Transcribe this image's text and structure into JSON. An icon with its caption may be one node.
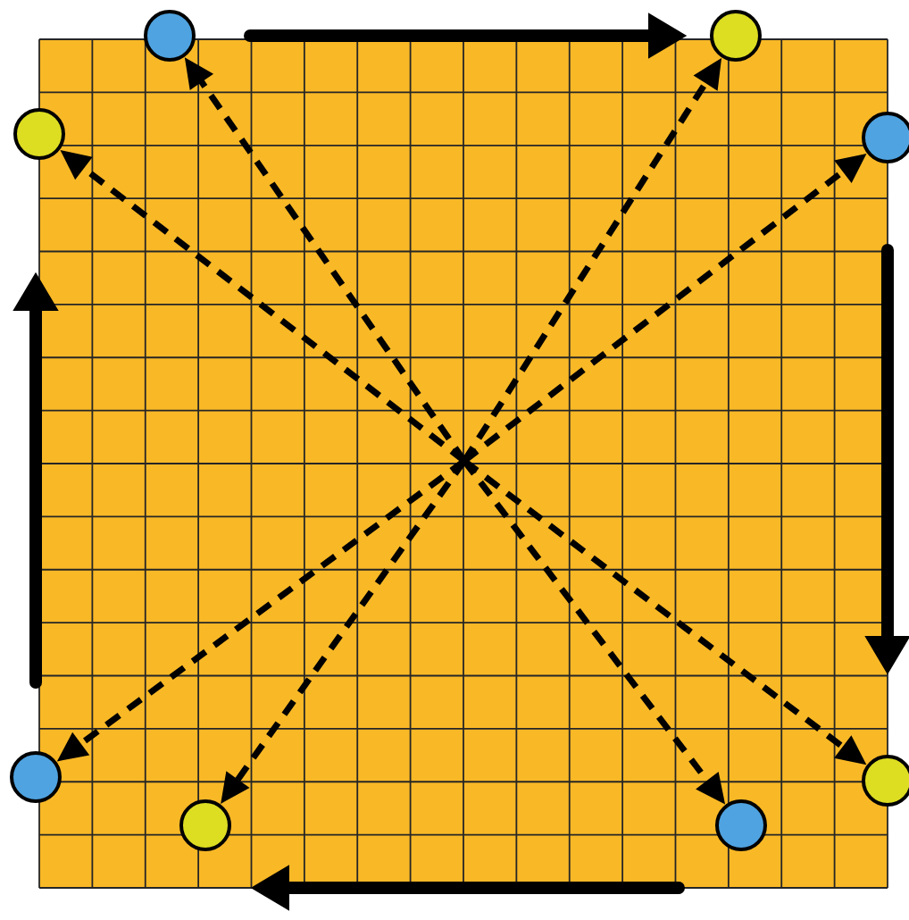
{
  "diagram": {
    "nodes": [
      {
        "text": [],
        "shape": "circle"
      },
      {
        "text": [],
        "shape": "circle"
      },
      {
        "text": [],
        "shape": "circle"
      },
      {
        "text": [],
        "shape": "circle"
      },
      {
        "text": [],
        "shape": "circle"
      },
      {
        "text": [],
        "shape": "circle"
      },
      {
        "text": [],
        "shape": "circle"
      },
      {
        "text": [],
        "shape": "circle"
      }
    ],
    "edges": [
      {
        "from": null,
        "to": 0,
        "arrow": "to",
        "style": "dashed"
      },
      {
        "from": null,
        "to": 1,
        "arrow": "to",
        "style": "dashed"
      },
      {
        "from": null,
        "to": 2,
        "arrow": "to",
        "style": "dashed"
      },
      {
        "from": null,
        "to": 3,
        "arrow": "to",
        "style": "dashed"
      },
      {
        "from": null,
        "to": 4,
        "arrow": "to",
        "style": "dashed"
      },
      {
        "from": null,
        "to": 5,
        "arrow": "to",
        "style": "dashed"
      },
      {
        "from": null,
        "to": 6,
        "arrow": "to",
        "style": "dashed"
      },
      {
        "from": null,
        "to": 7,
        "arrow": "to",
        "style": "dashed"
      }
    ]
  }
}
